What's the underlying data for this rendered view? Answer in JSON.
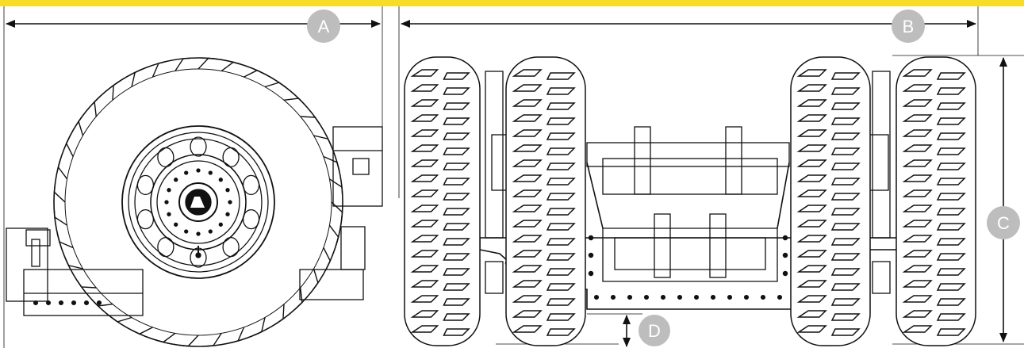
{
  "colors": {
    "accent_bar": "#f7dc2a",
    "line": "#111111",
    "badge": "#bdbdbd",
    "badge_text": "#ffffff"
  },
  "dimensions": {
    "a": "A",
    "b": "B",
    "c": "C",
    "d": "D"
  }
}
